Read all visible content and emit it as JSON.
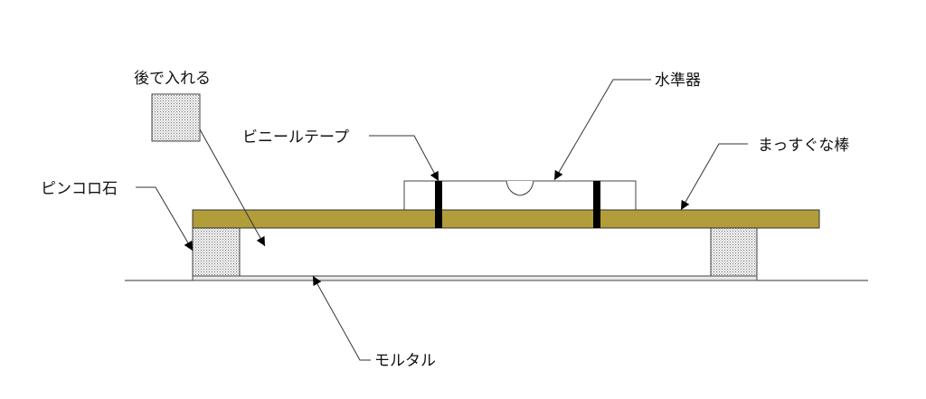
{
  "labels": {
    "later_insert": "後で入れる",
    "pinkoro_stone": "ピンコロ石",
    "vinyl_tape": "ビニールテープ",
    "spirit_level": "水準器",
    "straight_bar": "まっすぐな棒",
    "mortar": "モルタル"
  },
  "colors": {
    "bar": "#b29d3b",
    "tape": "#000000",
    "stone_fill": "#e6e6e6",
    "mortar": "#e8e8e8"
  }
}
